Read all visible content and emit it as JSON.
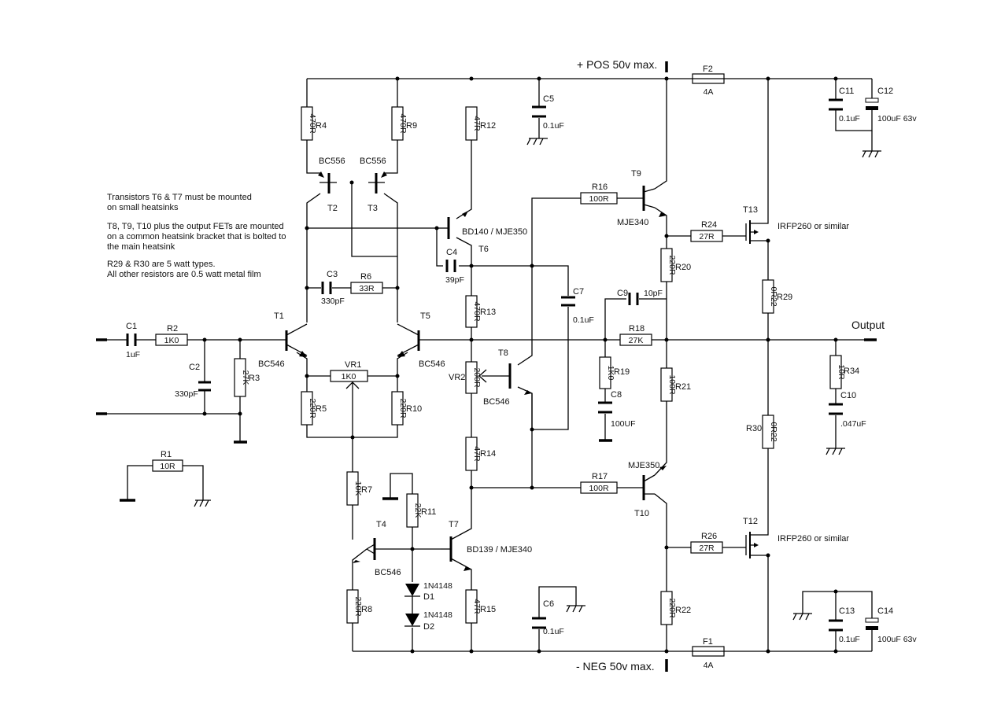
{
  "supply": {
    "pos": "+ POS 50v max.",
    "neg": "- NEG 50v max."
  },
  "output_label": "Output",
  "notes": [
    "Transistors T6 & T7 must be mounted",
    "on small heatsinks",
    "T8, T9, T10 plus the output FETs are mounted",
    "on a common heatsink bracket that is bolted to",
    "the main heatsink",
    "R29 & R30 are 5 watt types.",
    "All other resistors are 0.5 watt metal film"
  ],
  "resistors": {
    "R1": "10R",
    "R2": "1K0",
    "R3": "27K",
    "R4": "470R",
    "R5": "220R",
    "R6": "33R",
    "R7": "10K",
    "R8": "220R",
    "R9": "470R",
    "R10": "220R",
    "R11": "22K",
    "R12": "47R",
    "R13": "470R",
    "R14": "47R",
    "R15": "47R",
    "R16": "100R",
    "R17": "100R",
    "R18": "27K",
    "R19": "1K0",
    "R20": "220R",
    "R21": "100R",
    "R22": "220R",
    "R24": "27R",
    "R26": "27R",
    "R29": "0R22",
    "R30": "0R22",
    "R34": "10R",
    "VR1": "1K0",
    "VR2": "200R"
  },
  "capacitors": {
    "C1": "1uF",
    "C2": "330pF",
    "C3": "330pF",
    "C4": "39pF",
    "C5": "0.1uF",
    "C6": "0.1uF",
    "C7": "0.1uF",
    "C8": "100UF",
    "C9": "10pF",
    "C10": ".047uF",
    "C11": "0.1uF",
    "C12": "100uF 63v",
    "C13": "0.1uF",
    "C14": "100uF 63v"
  },
  "fuses": {
    "F1": "4A",
    "F2": "4A"
  },
  "diodes": {
    "D1": "1N4148",
    "D2": "1N4148"
  },
  "transistors": {
    "T1": "BC546",
    "T2": "BC556",
    "T3": "BC556",
    "T4": "BC546",
    "T5": "BC546",
    "T6": "BD140 / MJE350",
    "T7": "BD139 / MJE340",
    "T8": "BC546",
    "T9": "MJE340",
    "T10": "MJE350",
    "T12": "IRFP260 or similar",
    "T13": "IRFP260 or similar"
  }
}
